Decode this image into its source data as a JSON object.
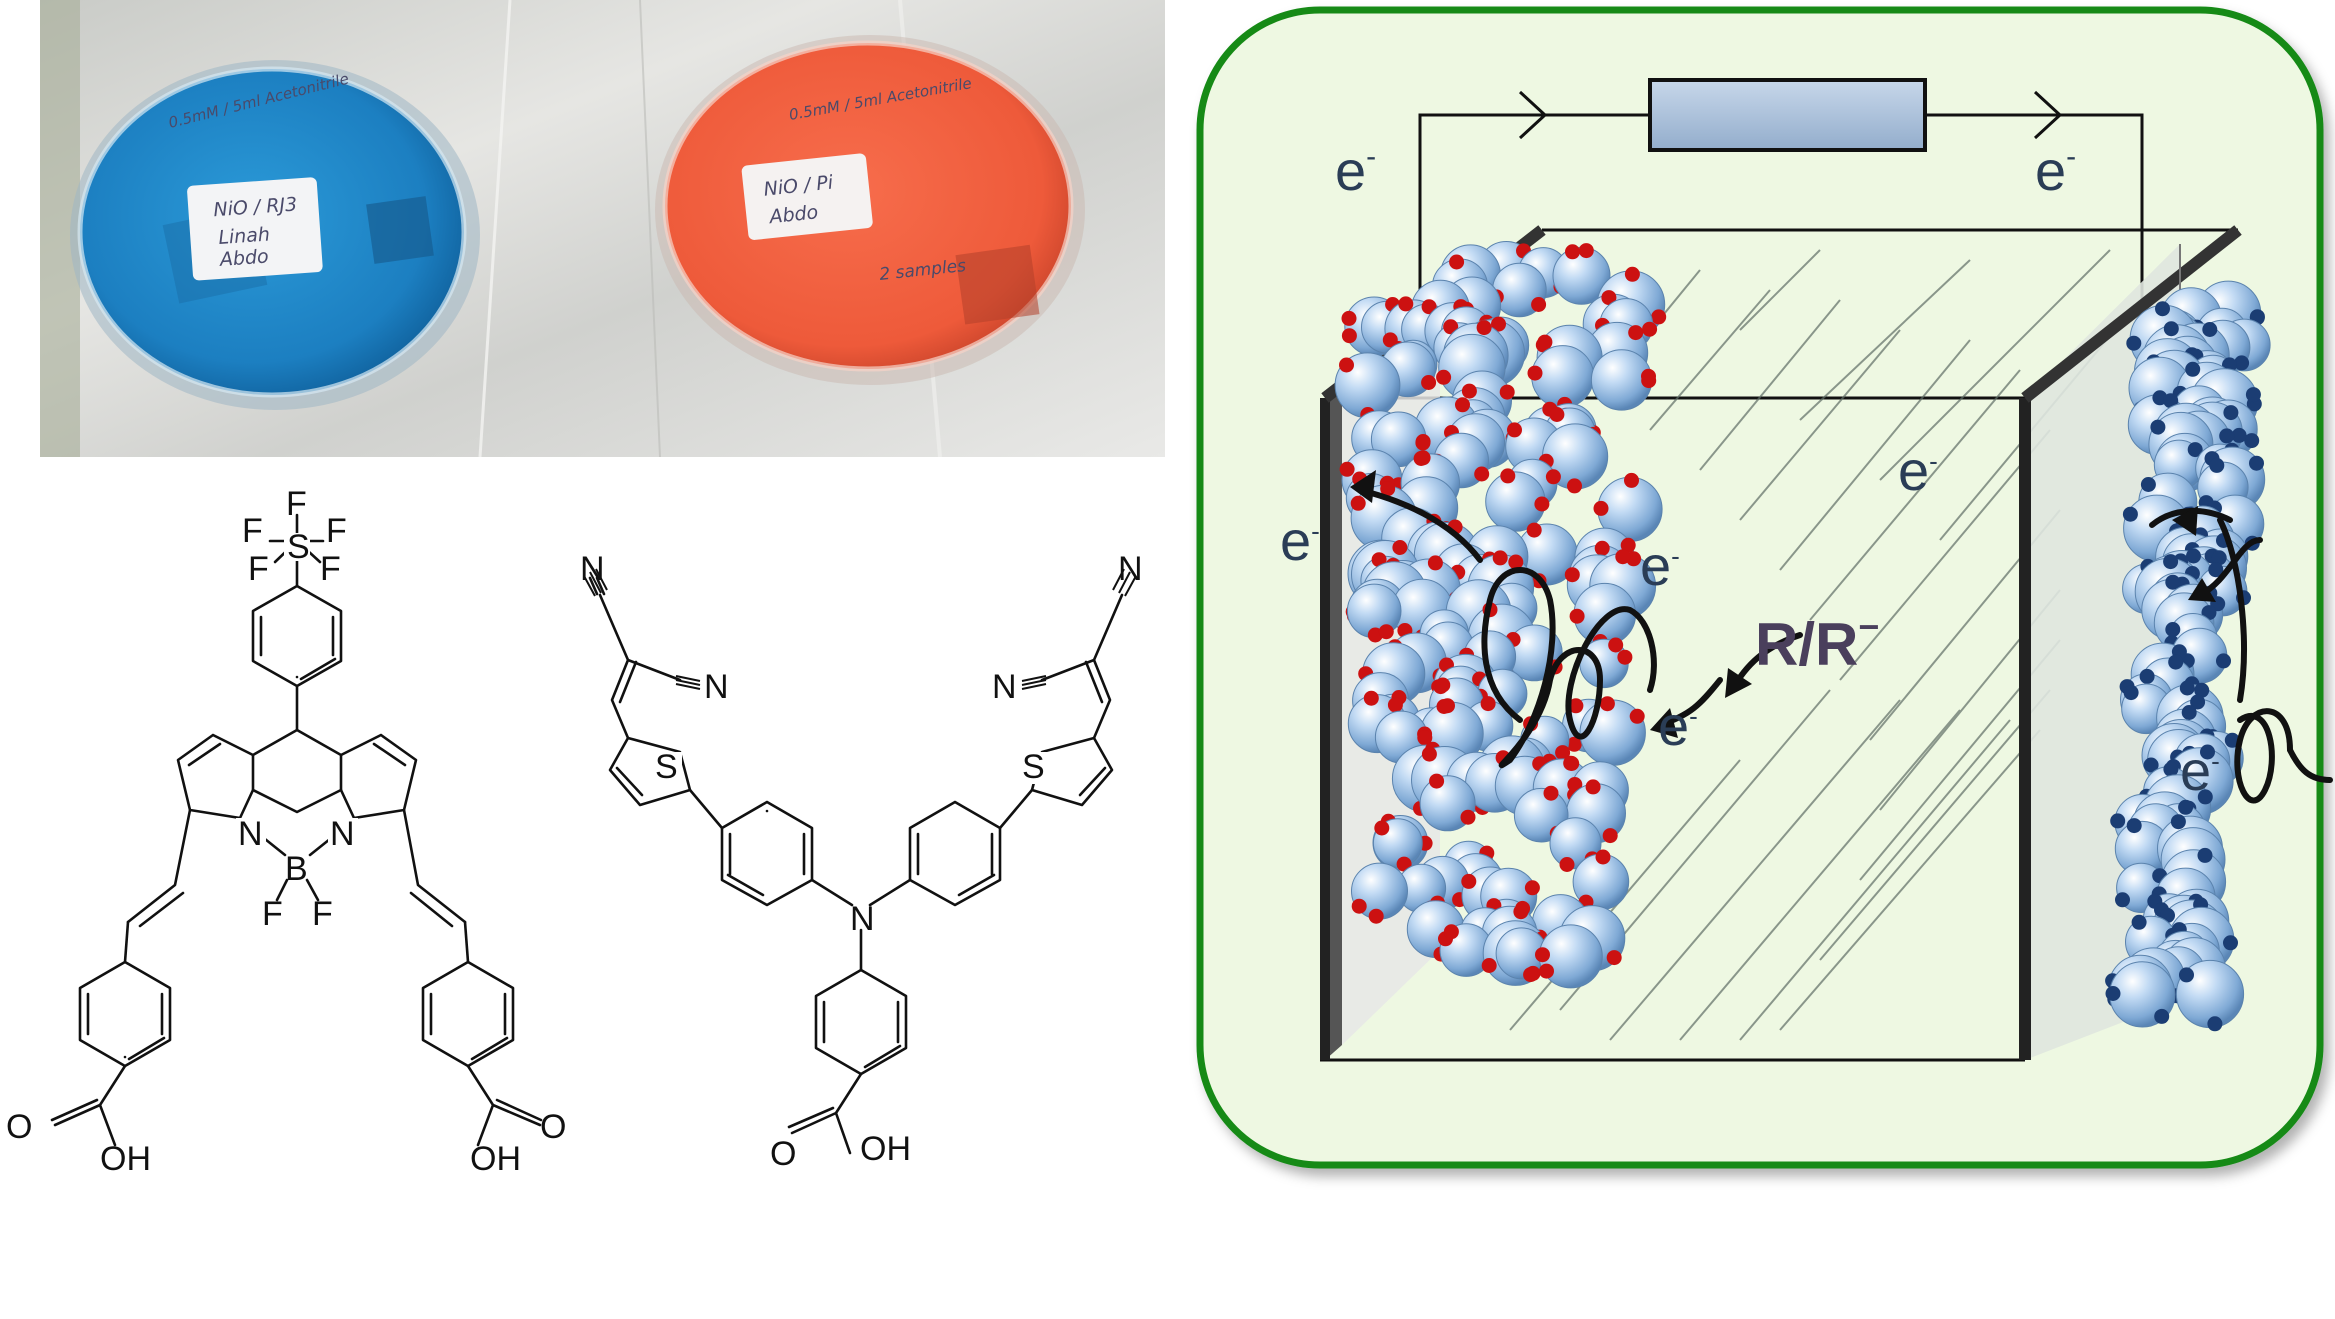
{
  "photo": {
    "label_left": [
      "NiO / RJ3",
      "Linah",
      "Abdo"
    ],
    "label_right": [
      "NiO / Pi",
      "Abdo"
    ],
    "rim_left": "0.5mM / 5ml Acetonitrile",
    "rim_right": "0.5mM / 5ml Acetonitrile",
    "note_right": "2 samples",
    "colors": {
      "left_dish": "#1f86c9",
      "right_dish": "#f2603f",
      "foil": "#d7d7d5"
    }
  },
  "molecule1": {
    "sf5": {
      "s": "S",
      "f1": "F",
      "f2": "F",
      "f3": "F",
      "f4": "F",
      "f5": "F"
    },
    "core": {
      "n1": "N",
      "n2": "N",
      "b": "B",
      "f1": "F",
      "f2": "F"
    },
    "acid_left": {
      "o": "O",
      "oh": "OH"
    },
    "acid_right": {
      "o": "O",
      "oh": "OH"
    }
  },
  "molecule2": {
    "n": "N",
    "left_arm": {
      "s": "S",
      "cn1": "N",
      "cn2": "N"
    },
    "right_arm": {
      "s": "S",
      "cn1": "N",
      "cn2": "N"
    },
    "acid": {
      "o": "O",
      "oh": "OH"
    }
  },
  "cell": {
    "electron_label": "e",
    "electron_sup": "-",
    "redox_label": "R/R",
    "redox_sup": "−",
    "colors": {
      "border": "#178a17",
      "background": "#eef8e2",
      "sphere": "#a9cdef",
      "red_dot": "#cc1111",
      "blue_dot": "#1b3d73",
      "resistor": "#a9bfd8"
    }
  }
}
